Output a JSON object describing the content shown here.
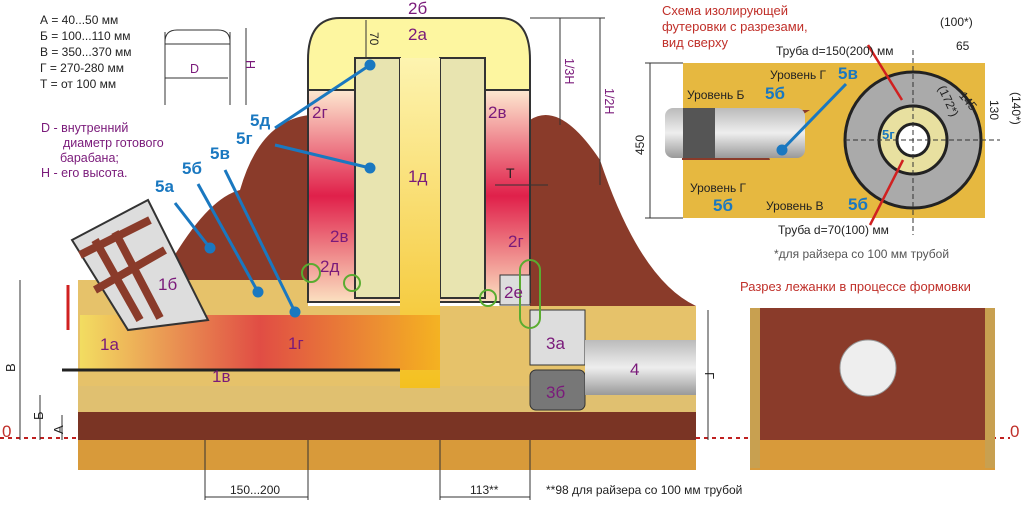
{
  "legend": {
    "dims": [
      "А = 40...50 мм",
      "Б = 100...110 мм",
      "В = 350...370 мм",
      "Г = 270-280 мм",
      "Т = от 100 мм"
    ],
    "drum_D": "D",
    "drum_H": "Н",
    "notes": [
      "D - внутренний",
      "диаметр готового",
      "барабана;",
      "Н - его высота."
    ]
  },
  "main_labels": {
    "l2b": "2б",
    "l2a": "2а",
    "l1d": "1д",
    "l2g_left": "2г",
    "l2v_right": "2в",
    "l2v_left": "2в",
    "l2g_right": "2г",
    "l2d": "2д",
    "l2e": "2е",
    "l1b": "1б",
    "l1a": "1а",
    "l1g": "1г",
    "l1v": "1в",
    "l3a": "3а",
    "l3b": "3б",
    "l4": "4"
  },
  "layer_labels": {
    "l5a": "5а",
    "l5b": "5б",
    "l5v": "5в",
    "l5g": "5г",
    "l5d": "5д"
  },
  "dimensions": {
    "d70": "70",
    "third_h": "1/3Н",
    "half_h": "1/2Н",
    "t": "Т",
    "v": "В",
    "b": "Б",
    "a": "А",
    "g": "Г",
    "zero_left": "0",
    "zero_right": "0",
    "d150_200": "150...200",
    "d113": "113**",
    "footnote": "**98 для райзера со 100 мм трубой"
  },
  "top_view": {
    "title": [
      "Схема изолирующей",
      "футеровки с разрезами,",
      "вид сверху"
    ],
    "pipe_outer": "Труба d=150(200) мм",
    "pipe_inner": "Труба d=70(100) мм",
    "level_g_top": "Уровень Г",
    "l5v": "5в",
    "level_b": "Уровень Б",
    "l5b_1": "5б",
    "level_g_bottom": "Уровень Г",
    "l5b_2": "5б",
    "level_v": "Уровень В",
    "l5b_3": "5б",
    "l5g": "5г",
    "d450": "450",
    "d100": "(100*)",
    "d65": "65",
    "d145": "145",
    "d172": "(172*)",
    "d130": "130",
    "d140": "(140*)",
    "footnote": "*для райзера со 100 мм трубой"
  },
  "section_view": {
    "title": "Разрез лежанки в процессе формовки"
  },
  "colors": {
    "brick": "#8a3b2a",
    "sand": "#e8c86a",
    "accent_purple": "#7a1a7a",
    "accent_blue": "#1a78c0",
    "accent_red": "#c0302a"
  }
}
